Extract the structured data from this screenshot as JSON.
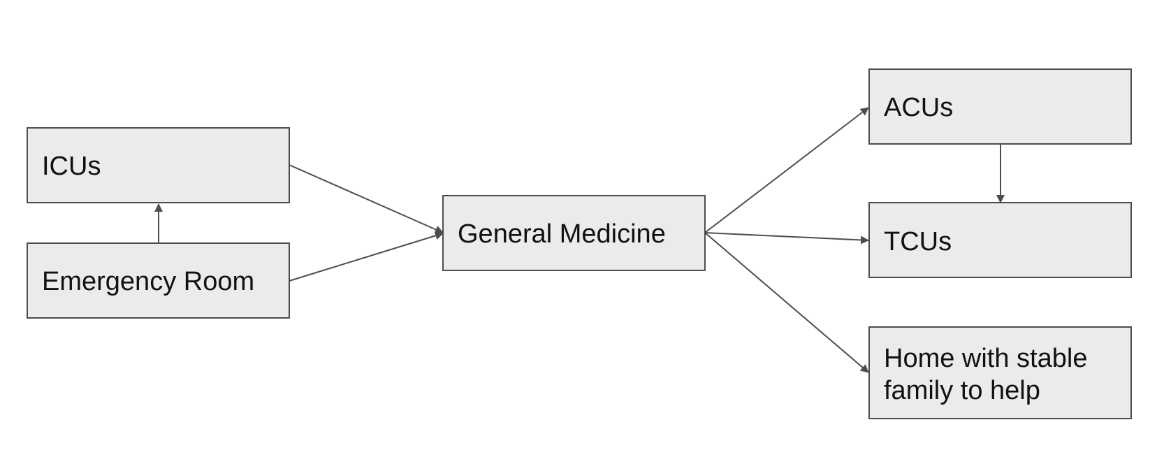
{
  "diagram": {
    "nodes": {
      "icus": {
        "label": "ICUs"
      },
      "emergency": {
        "label": "Emergency Room"
      },
      "general": {
        "label": "General Medicine"
      },
      "acus": {
        "label": "ACUs"
      },
      "tcus": {
        "label": "TCUs"
      },
      "home": {
        "line1": "Home with stable",
        "line2": "family to help"
      }
    },
    "edges": [
      {
        "from": "emergency",
        "to": "icus"
      },
      {
        "from": "icus",
        "to": "general"
      },
      {
        "from": "emergency",
        "to": "general"
      },
      {
        "from": "general",
        "to": "acus"
      },
      {
        "from": "general",
        "to": "tcus"
      },
      {
        "from": "general",
        "to": "home"
      },
      {
        "from": "acus",
        "to": "tcus"
      }
    ],
    "colors": {
      "box_fill": "#ebebeb",
      "box_stroke": "#4d4d4d",
      "arrow": "#4d4d4d",
      "text": "#111111"
    }
  }
}
